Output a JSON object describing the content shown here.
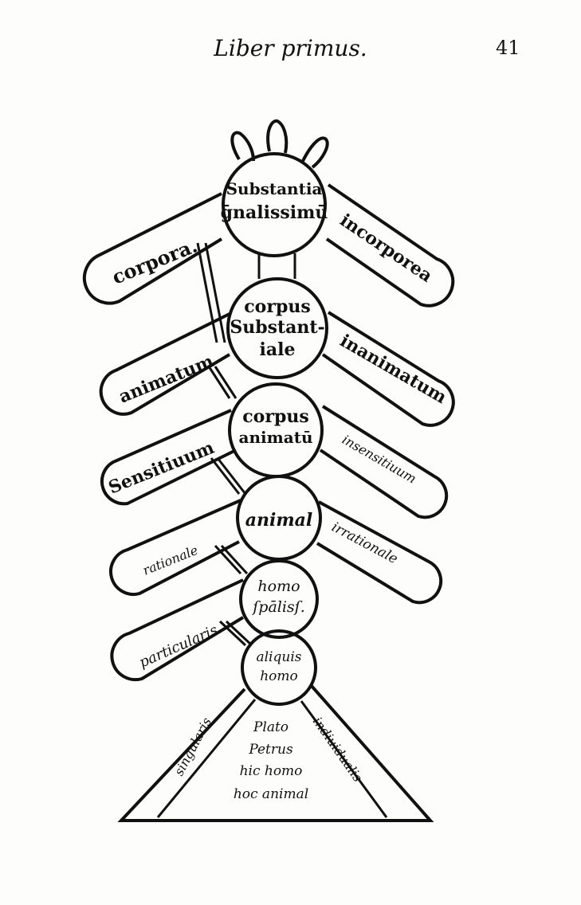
{
  "header": {
    "title": "Liber primus.",
    "page_number": "41"
  },
  "tree": {
    "nodes": [
      {
        "lines": [
          "Substantia",
          "ḡnalissimū"
        ]
      },
      {
        "lines": [
          "corpus",
          "Substant-",
          "iale"
        ]
      },
      {
        "lines": [
          "corpus",
          "animatū"
        ]
      },
      {
        "lines": [
          "animal"
        ]
      },
      {
        "lines": [
          "homo",
          "ſpālisſ."
        ]
      },
      {
        "lines": [
          "aliquis",
          "homo"
        ]
      }
    ],
    "left_branches": [
      "corpora.",
      "animatum",
      "Sensitiuum",
      "rationale",
      "particularis"
    ],
    "right_branches": [
      "incorporea",
      "inanimatum",
      "insensitiuum",
      "irrationale"
    ],
    "triangle": {
      "left_side": "singularis",
      "right_side": "indiuidualis",
      "contents": [
        "Plato",
        "Petrus",
        "hic homo",
        "hoc animal"
      ]
    }
  },
  "colors": {
    "ink": "#111111",
    "paper": "#fdfdfc"
  }
}
